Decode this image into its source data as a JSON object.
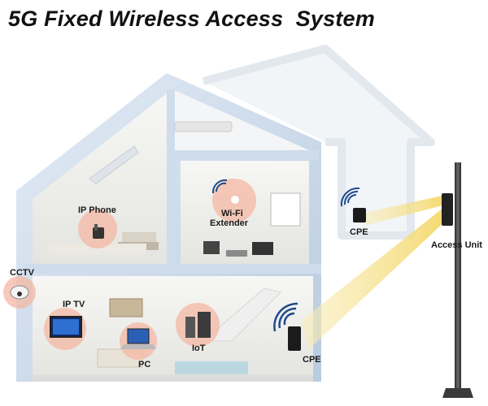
{
  "title": "5G Fixed Wireless Access  System",
  "labels": {
    "ip_phone": "IP Phone",
    "wifi_extender_line1": "Wi-Fi",
    "wifi_extender_line2": "Extender",
    "cctv": "CCTV",
    "ip_tv": "IP TV",
    "pc": "PC",
    "iot": "IoT",
    "cpe_upper": "CPE",
    "cpe_lower": "CPE",
    "access_unit": "Access Unit"
  },
  "colors": {
    "device_highlight": "#f4b7a3",
    "signal_beam": "#f6e08a",
    "wifi_waves": "#1f4a8a",
    "house_frame": "#c9d8ea",
    "background_house": "#eef2f6",
    "title_text": "#111111"
  },
  "icons": [
    "wifi-icon",
    "phone-icon",
    "camera-icon",
    "tv-icon",
    "laptop-icon",
    "appliance-icon",
    "cpe-icon",
    "antenna-icon"
  ]
}
